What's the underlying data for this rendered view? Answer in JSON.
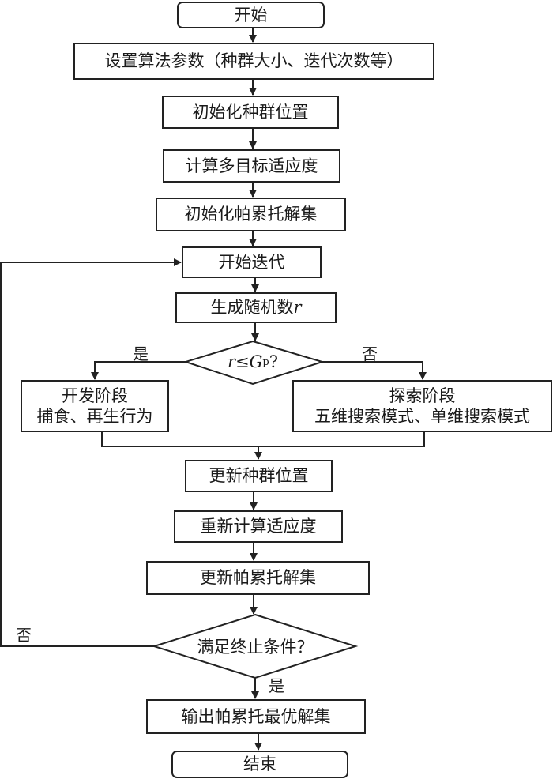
{
  "flowchart": {
    "start": "开始",
    "set_params": "设置算法参数（种群大小、迭代次数等）",
    "init_population": "初始化种群位置",
    "calc_fitness": "计算多目标适应度",
    "init_pareto": "初始化帕累托解集",
    "start_iteration": "开始迭代",
    "gen_random": {
      "text": "生成随机数",
      "var": "r"
    },
    "decision_phase": {
      "var_r": "r",
      "op": "≤",
      "var_g": "G",
      "sub": "p",
      "q": "?"
    },
    "yes_label": "是",
    "no_label": "否",
    "exploit": {
      "line1": "开发阶段",
      "line2": "捕食、再生行为"
    },
    "explore": {
      "line1": "探索阶段",
      "line2": "五维搜索模式、单维搜索模式"
    },
    "update_population": "更新种群位置",
    "recalc_fitness": "重新计算适应度",
    "update_pareto": "更新帕累托解集",
    "termination": "满足终止条件？",
    "term_no_label": "否",
    "term_yes_label": "是",
    "output": "输出帕累托最优解集",
    "end": "结束"
  }
}
